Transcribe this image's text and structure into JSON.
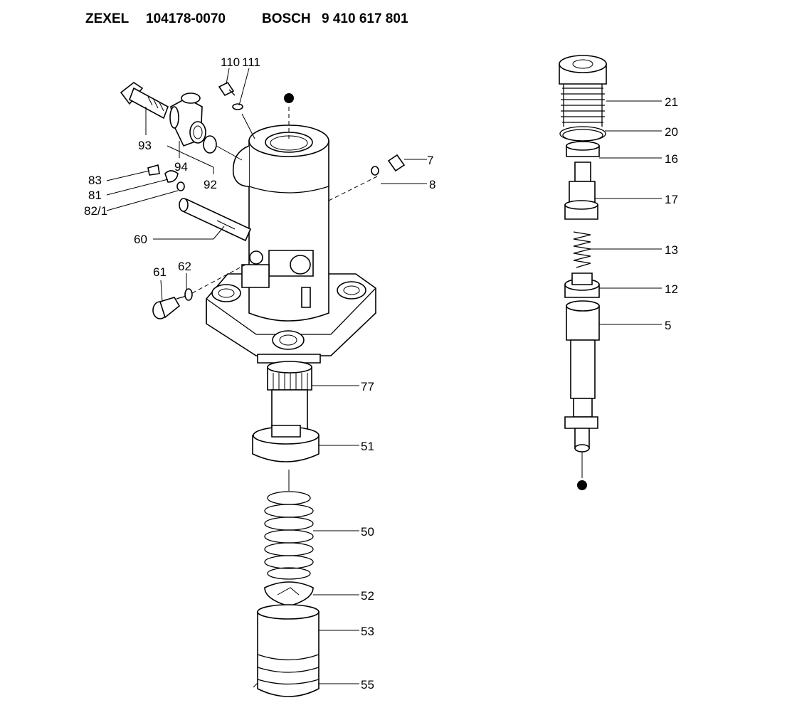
{
  "header": {
    "brand1": "ZEXEL",
    "part_number1": "104178-0070",
    "brand2": "BOSCH",
    "part_number2": "9 410 617 801"
  },
  "labels": {
    "p110": "110",
    "p111": "111",
    "p93": "93",
    "p94": "94",
    "p92": "92",
    "p83": "83",
    "p81": "81",
    "p82_1": "82/1",
    "p60": "60",
    "p61": "61",
    "p62": "62",
    "p7": "7",
    "p8": "8",
    "p77": "77",
    "p51": "51",
    "p50": "50",
    "p52": "52",
    "p53": "53",
    "p55": "55",
    "p21": "21",
    "p20": "20",
    "p16": "16",
    "p17": "17",
    "p13": "13",
    "p12": "12",
    "p5": "5"
  }
}
